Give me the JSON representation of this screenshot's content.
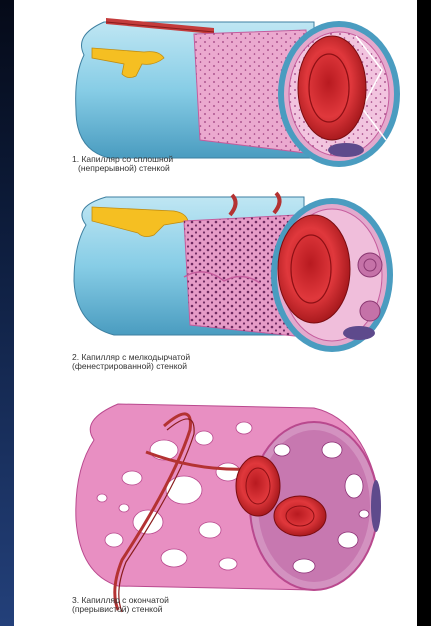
{
  "figures": [
    {
      "caption_line1": "1. Капилляр со сплошной",
      "caption_line2": "(непрерывной) стенкой"
    },
    {
      "caption_line1": "2. Капилляр с мелкодырчатой",
      "caption_line2": "(фенестрированной) стенкой"
    },
    {
      "caption_line1": "3. Капилляр с окончатой",
      "caption_line2": "(прерывистой) стенкой"
    }
  ],
  "colors": {
    "vessel_blue": "#87cde6",
    "vessel_blue_dark": "#4a9cc0",
    "wall_pink": "#eba9cf",
    "wall_pink_dark": "#c55c9d",
    "rbc_red": "#d2262c",
    "rbc_dark": "#9e1418",
    "nucleus_yellow": "#f5bf22",
    "lumen_purple": "#b8a0cc",
    "pericyte_brown": "#a03030"
  },
  "icons": {
    "fig1": "capillary-continuous-illustration",
    "fig2": "capillary-fenestrated-illustration",
    "fig3": "capillary-discontinuous-illustration"
  }
}
